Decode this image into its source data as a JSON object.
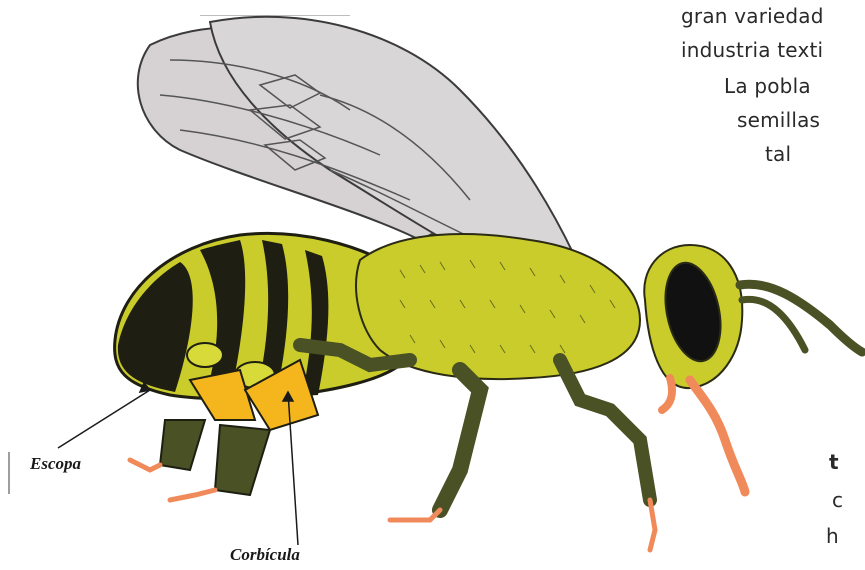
{
  "background_text": {
    "line1": "gran variedad",
    "line2": "industria texti",
    "line3": "La pobla",
    "line4": "semillas",
    "line5": "tal",
    "line6": "t",
    "line7": "c",
    "line8": "h"
  },
  "labels": {
    "escopa": "Escopa",
    "corbicula": "Corbícula"
  },
  "colors": {
    "body_yellow": "#c9cc2a",
    "stripe_black": "#1e1e12",
    "pollen_orange": "#f5b51c",
    "leg_olive": "#4a5124",
    "claw_salmon": "#f08a5a",
    "wing_gray": "#d8d4d6"
  }
}
